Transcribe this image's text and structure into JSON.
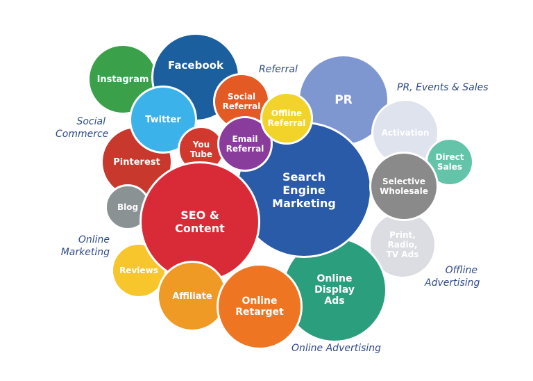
{
  "bubbles": {
    "instagram": {
      "label": "Instagram",
      "color": "#3aa04a"
    },
    "facebook": {
      "label": "Facebook",
      "color": "#1c5f9f"
    },
    "twitter": {
      "label": "Twitter",
      "color": "#3bb2ea"
    },
    "social_referral": {
      "label": "Social\nReferral",
      "color": "#e35a24"
    },
    "offline_referral": {
      "label": "Offline\nReferral",
      "color": "#f2d32a"
    },
    "pr": {
      "label": "PR",
      "color": "#7f97d0"
    },
    "activation": {
      "label": "Activation",
      "color": "#dfe3ee"
    },
    "direct_sales": {
      "label": "Direct\nSales",
      "color": "#64c4aa"
    },
    "pinterest": {
      "label": "Pinterest",
      "color": "#c8382c"
    },
    "youtube": {
      "label": "You\nTube",
      "color": "#d2392e"
    },
    "email_referral": {
      "label": "Email\nReferral",
      "color": "#8a3c9c"
    },
    "search_engine_marketing": {
      "label": "Search\nEngine\nMarketing",
      "color": "#2a5ba8"
    },
    "selective_wholesale": {
      "label": "Selective\nWholesale",
      "color": "#8a8a8a"
    },
    "blog": {
      "label": "Blog",
      "color": "#8b9294"
    },
    "seo_content": {
      "label": "SEO &\nContent",
      "color": "#d92a38"
    },
    "print_radio_tv_ads": {
      "label": "Print,\nRadio,\nTV Ads",
      "color": "#dcdde3"
    },
    "reviews": {
      "label": "Reviews",
      "color": "#f6c62c"
    },
    "affiliate": {
      "label": "Affiliate",
      "color": "#ef9a25"
    },
    "online_retarget": {
      "label": "Online\nRetarget",
      "color": "#ee7622"
    },
    "online_display_ads": {
      "label": "Online\nDisplay\nAds",
      "color": "#2b9e7d"
    }
  },
  "categories": {
    "referral": "Referral",
    "pr_events_sales": "PR, Events & Sales",
    "social_commerce": "Social\nCommerce",
    "online_marketing": "Online\nMarketing",
    "offline_advertising": "Offline\nAdvertising",
    "online_advertising": "Online Advertising"
  }
}
